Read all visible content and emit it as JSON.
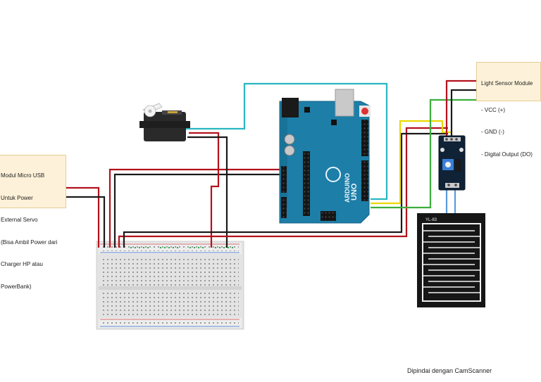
{
  "left_note": {
    "lines": [
      "Modul Micro USB",
      "Untuk Power",
      "External Servo",
      "(Bisa Ambil Power dari",
      "Charger HP atau",
      "PowerBank)"
    ]
  },
  "sensor_note": {
    "title": "Light Sensor Module",
    "lines": [
      "- VCC (+)",
      "- GND (-)",
      "- Digital Output (DO)"
    ]
  },
  "arduino": {
    "brand": "ARDUINO",
    "model": "UNO"
  },
  "rain_sensor": {
    "label": "YL-83"
  },
  "footer": {
    "text": "Dipindai dengan CamScanner"
  },
  "colors": {
    "wire_red": "#b3121d",
    "wire_black": "#1a1a1a",
    "wire_cyan": "#29b6c2",
    "wire_yellow": "#e8d900",
    "wire_green": "#3cae3c",
    "arduino_board": "#1d7ea8",
    "sensor_board": "#0f2236",
    "breadboard": "#e3e3e3",
    "note_bg": "#fdf2d9"
  }
}
